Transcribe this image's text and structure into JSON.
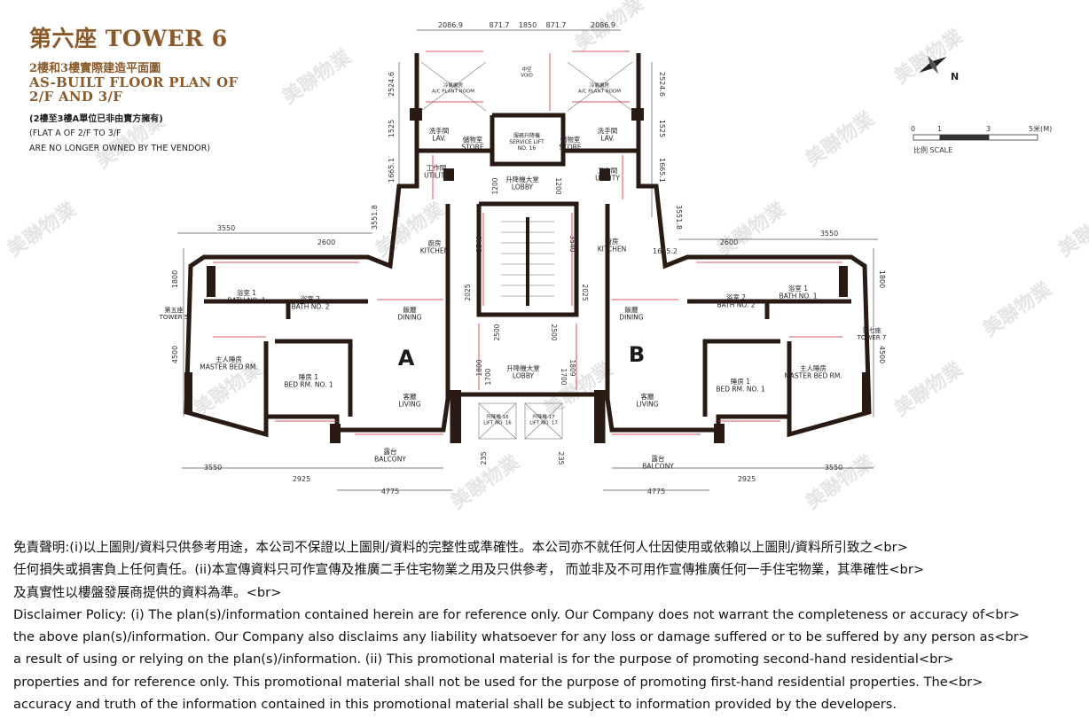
{
  "header": {
    "title": "第六座 TOWER 6",
    "subtitle_zh": "2樓和3樓實際建造平面圖",
    "subtitle_en_1": "AS-BUILT FLOOR PLAN OF",
    "subtitle_en_2": "2/F AND 3/F",
    "note_zh": "(2樓至3樓A單位已非由賣方擁有)",
    "note_en_1": "(FLAT A OF 2/F TO 3/F",
    "note_en_2": "ARE NO LONGER OWNED BY THE VENDOR)"
  },
  "compass": {
    "label": "N"
  },
  "scale": {
    "ticks": [
      "0",
      "1",
      "3",
      "5米(M)"
    ],
    "label": "比例 SCALE"
  },
  "watermark": {
    "text": "美聯物業"
  },
  "units": {
    "a": "A",
    "b": "B"
  },
  "neighbors": {
    "tower5": "第五座\nTOWER 5",
    "tower7": "第七座\nTOWER 7"
  },
  "rooms": {
    "dining_a": "飯廳\nDINING",
    "living_a": "客廳\nLIVING",
    "master_a": "主人睡房\nMASTER BED RM.",
    "bed1_a": "睡房 1\nBED RM. NO. 1",
    "bath1_a": "浴室 1\nBATH NO. 1",
    "bath2_a": "浴室 2\nBATH NO. 2",
    "kitchen_a": "廚房\nKITCHEN",
    "utility_a": "工作間\nUTILITY",
    "lav_a": "洗手間\nLAV.",
    "store_a": "儲物室\nSTORE",
    "balcony_a": "露台\nBALCONY",
    "dining_b": "飯廳\nDINING",
    "living_b": "客廳\nLIVING",
    "master_b": "主人睡房\nMASTER BED RM.",
    "bed1_b": "睡房 1\nBED RM. NO. 1",
    "bath1_b": "浴室 1\nBATH NO. 1",
    "bath2_b": "浴室 2\nBATH NO. 2",
    "kitchen_b": "廚房\nKITCHEN",
    "utility_b": "工作間\nUTILITY",
    "lav_b": "洗手間\nLAV.",
    "store_b": "儲物室\nSTORE",
    "balcony_b": "露台\nBALCONY",
    "lobby_top": "升降機大堂\nLOBBY",
    "lobby_mid": "升降機大堂\nLOBBY",
    "service_lift": "服務升降機\nSERVICE LIFT\nNO. 16",
    "lift16": "升降機 16\nLIFT NO. 16",
    "lift17": "升降機 17\nLIFT NO. 17",
    "ac_room_l": "冷氣機房\nA/C PLANT ROOM",
    "ac_room_r": "冷氣機房\nA/C PLANT ROOM",
    "void": "中空\nVOID"
  },
  "dims": {
    "top": [
      "2086.9",
      "871.7",
      "1850",
      "871.7",
      "2086.9"
    ],
    "left_side": [
      "2524.6",
      "1525",
      "1665.1",
      "3551.8"
    ],
    "right_side": [
      "2524.6",
      "1525",
      "1665.1",
      "3551.8"
    ],
    "wing_left": [
      "3550",
      "2600",
      "1800",
      "4500"
    ],
    "wing_right": [
      "1655.2",
      "2600",
      "3550",
      "1800",
      "4500"
    ],
    "bottom": [
      "3550",
      "2925",
      "4775",
      "235",
      "235",
      "4775",
      "3550",
      "2925"
    ],
    "core": [
      "3549",
      "3540",
      "2025",
      "2025",
      "2500",
      "2500",
      "1800",
      "1809",
      "1700",
      "1700",
      "1200",
      "1200"
    ]
  },
  "disclaimer": {
    "line1": "免責聲明:(i)以上圖則/資料只供參考用途，本公司不保證以上圖則/資料的完整性或準確性。本公司亦不就任何人仕因使用或依賴以上圖則/資料所引致之<br>",
    "line2": "任何損失或損害負上任何責任。(ii)本宣傳資料只可作宣傳及推廣二手住宅物業之用及只供參考， 而並非及不可用作宣傳推廣任何一手住宅物業，其準確性<br>",
    "line3": "及真實性以樓盤發展商提供的資料為準。<br>",
    "line4": "Disclaimer Policy: (i) The plan(s)/information contained herein are for reference only. Our Company does not warrant the completeness or accuracy of<br>",
    "line5": "the above plan(s)/information. Our Company also disclaims any liability whatsoever for any loss or damage suffered or to be suffered by any person as<br>",
    "line6": "a result of using or relying on the plan(s)/information. (ii) This promotional material is for the purpose of promoting second-hand residential<br>",
    "line7": "properties and for reference only. This promotional material shall not be used for the purpose of promoting first-hand residential properties. The<br>",
    "line8": "accuracy and truth of the information contained in this promotional material shall be subject to information provided by the developers."
  },
  "colors": {
    "brand": "#8a5a2b",
    "wall": "#2a1a14",
    "dimension": "#d9232e",
    "watermark": "#c9c9c9"
  }
}
